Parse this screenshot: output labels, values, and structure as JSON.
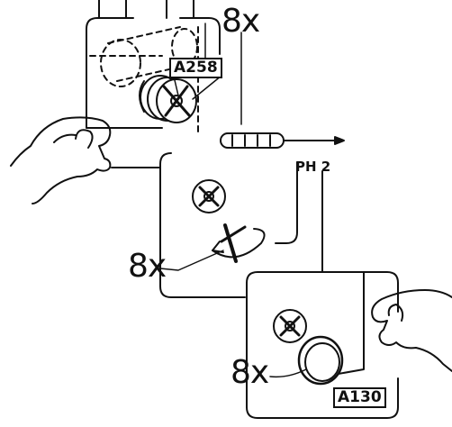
{
  "labels": {
    "qty_top": "8x",
    "qty_mid": "8x",
    "qty_bottom": "8x",
    "part_top": "A258",
    "part_bottom": "A130",
    "tool": "PH 2"
  },
  "icons": [
    "hand-icon",
    "cam-lock-icon",
    "screwdriver-icon",
    "screw-head-icon",
    "cover-cap-icon",
    "rotate-arrow-icon"
  ]
}
